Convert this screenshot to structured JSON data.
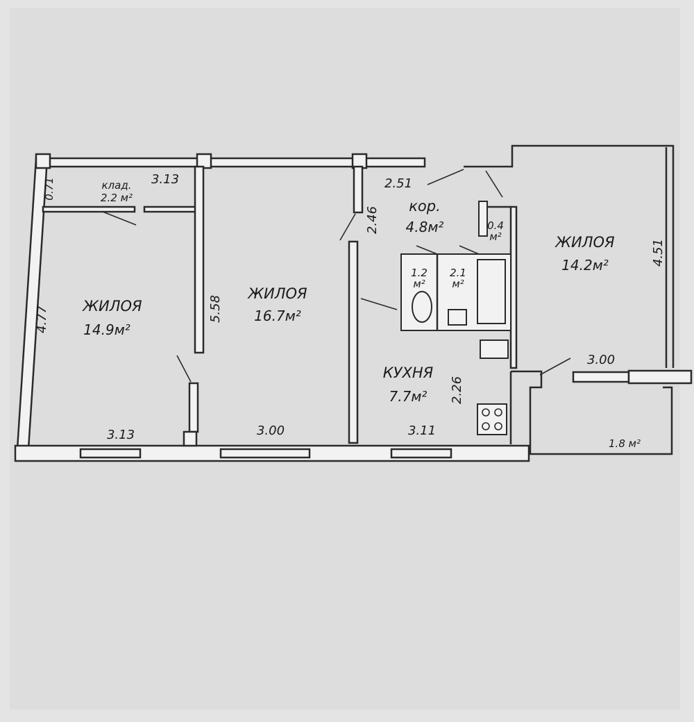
{
  "rooms": {
    "living_left": {
      "name": "ЖИЛОЯ",
      "area": "14.9м²"
    },
    "living_middle": {
      "name": "ЖИЛОЯ",
      "area": "16.7м²"
    },
    "living_right": {
      "name": "ЖИЛОЯ",
      "area": "14.2м²"
    },
    "storage": {
      "name": "клад.",
      "area": "2.2 м²"
    },
    "corridor": {
      "name": "кор.",
      "area": "4.8м²"
    },
    "kitchen": {
      "name": "КУХНЯ",
      "area": "7.7м²"
    },
    "wc": {
      "area": "1.2",
      "unit": "м²"
    },
    "bath": {
      "area": "2.1",
      "unit": "м²"
    },
    "closet": {
      "area": "0.4",
      "unit": "м²"
    },
    "balcony": {
      "area": "1.8 м²"
    }
  },
  "dimensions": {
    "storage_width": "3.13",
    "storage_depth": "0.71",
    "left_room_height": "4.77",
    "left_room_width": "3.13",
    "middle_room_height": "5.58",
    "middle_room_width": "3.00",
    "corridor_door": "2.46",
    "corridor_width": "2.51",
    "kitchen_height": "2.26",
    "kitchen_width": "3.11",
    "right_room_height": "4.51",
    "right_room_width": "3.00"
  }
}
